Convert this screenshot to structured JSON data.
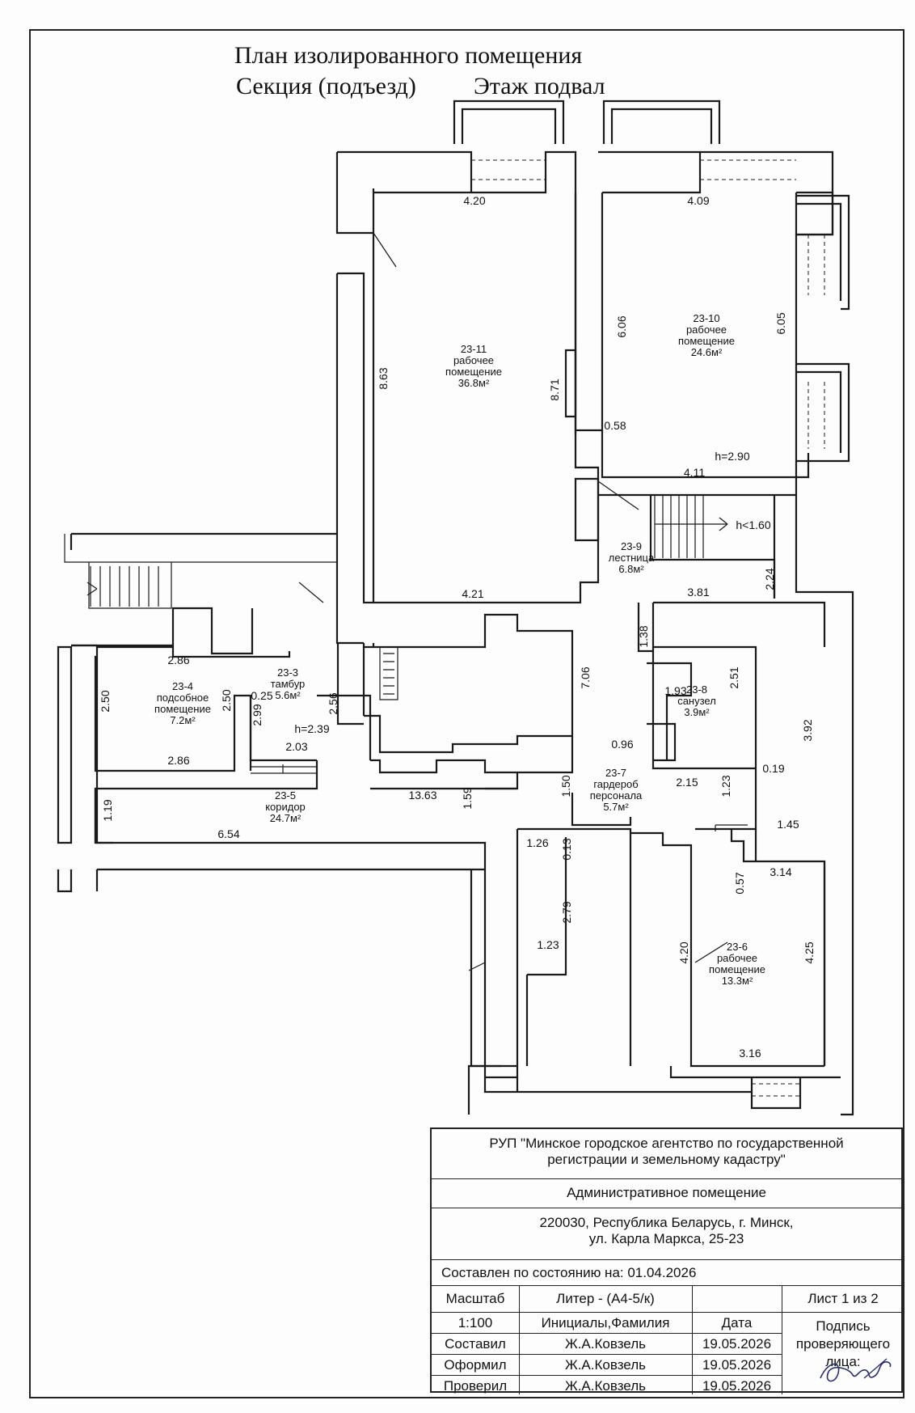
{
  "title": {
    "line1": "План изолированного помещения",
    "line2_section": "Секция (подъезд)",
    "line2_floor": "Этаж подвал"
  },
  "rooms": [
    {
      "id": "23-11",
      "name": [
        "рабочее",
        "помещение"
      ],
      "area": "36.8м²"
    },
    {
      "id": "23-10",
      "name": [
        "рабочее",
        "помещение"
      ],
      "area": "24.6м²"
    },
    {
      "id": "23-9",
      "name": [
        "лестница"
      ],
      "area": "6.8м²"
    },
    {
      "id": "23-4",
      "name": [
        "подсобное",
        "помещение"
      ],
      "area": "7.2м²"
    },
    {
      "id": "23-3",
      "name": [
        "тамбур"
      ],
      "area": "5.6м²"
    },
    {
      "id": "23-8",
      "name": [
        "санузел"
      ],
      "area": "3.9м²"
    },
    {
      "id": "23-7",
      "name": [
        "гардероб",
        "персонала"
      ],
      "area": "5.7м²"
    },
    {
      "id": "23-5",
      "name": [
        "коридор"
      ],
      "area": "24.7м²"
    },
    {
      "id": "23-6",
      "name": [
        "рабочее",
        "помещение"
      ],
      "area": "13.3м²"
    }
  ],
  "dimensions": [
    "4.20",
    "4.09",
    "6.06",
    "6.05",
    "8.63",
    "8.71",
    "0.58",
    "h=2.90",
    "4.11",
    "h<1.60",
    "2.24",
    "4.21",
    "3.81",
    "1.38",
    "2.86",
    "2.50",
    "2.50",
    "0.25",
    "2.99",
    "2.56",
    "h=2.39",
    "2.03",
    "2.86",
    "7.06",
    "2.51",
    "1.93",
    "3.92",
    "0.96",
    "2.15",
    "0.19",
    "1.19",
    "13.63",
    "1.59",
    "1.50",
    "1.23",
    "6.54",
    "1.45",
    "1.26",
    "0.13",
    "0.57",
    "3.14",
    "2.79",
    "1.23",
    "4.20",
    "4.25",
    "3.16"
  ],
  "stamp": {
    "org_line1": "РУП \"Минское городское агентство по государственной",
    "org_line2": "регистрации и земельному кадастру\"",
    "object": "Административное помещение",
    "address_line1": "220030, Республика Беларусь, г. Минск,",
    "address_line2": "ул. Карла Маркса, 25-23",
    "as_of": "Составлен по состоянию на: 01.04.2026",
    "scale_label": "Масштаб",
    "liter": "Литер - (А4-5/к)",
    "sheet": "Лист 1 из 2",
    "scale_value": "1:100",
    "name_header": "Инициалы,Фамилия",
    "date_header": "Дата",
    "signature_header": [
      "Подпись",
      "проверяющего",
      "лица:"
    ],
    "rows": [
      {
        "role": "Составил",
        "name": "Ж.А.Ковзель",
        "date": "19.05.2026"
      },
      {
        "role": "Оформил",
        "name": "Ж.А.Ковзель",
        "date": "19.05.2026"
      },
      {
        "role": "Проверил",
        "name": "Ж.А.Ковзель",
        "date": "19.05.2026"
      }
    ]
  }
}
